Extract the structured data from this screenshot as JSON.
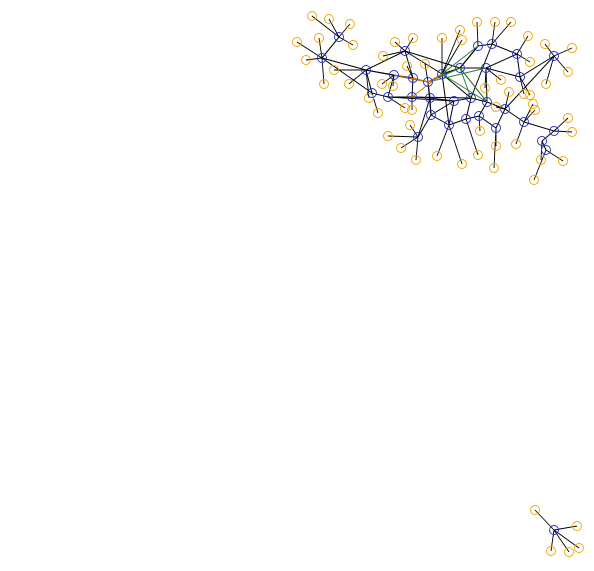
{
  "diagram": {
    "type": "network-graph",
    "colors": {
      "background": "#ffffff",
      "edge": "#000000",
      "edge_highlight_green": "#2e7d32",
      "edge_highlight_orange": "#e07b00",
      "hub_node_stroke": "#1f2bd6",
      "leaf_node_stroke": "#f0a500"
    },
    "node_kinds": [
      "hub",
      "leaf"
    ],
    "components": 2,
    "labels": []
  }
}
